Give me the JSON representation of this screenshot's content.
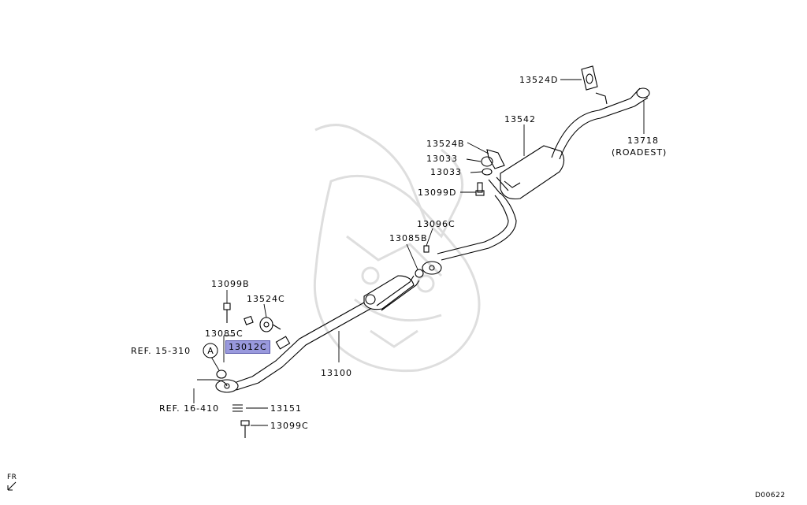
{
  "parts": {
    "p13524d": "13524D",
    "p13542": "13542",
    "p13718": "13718",
    "roadest": "(ROADEST)",
    "p13524b": "13524B",
    "p13033a": "13033",
    "p13033b": "13033",
    "p13099d": "13099D",
    "p13096c": "13096C",
    "p13085b": "13085B",
    "p13099b": "13099B",
    "p13524c": "13524C",
    "p13085c": "13085C",
    "p13012c": "13012C",
    "ref15": "REF. 15-310",
    "circleA": "A",
    "p13100": "13100",
    "ref16": "REF. 16-410",
    "p13151": "13151",
    "p13099c": "13099C",
    "fr": "FR",
    "diagram_id": "D00622"
  },
  "colors": {
    "highlight": "#9999dd",
    "line": "#000000",
    "watermark": "#dcdcdc"
  }
}
